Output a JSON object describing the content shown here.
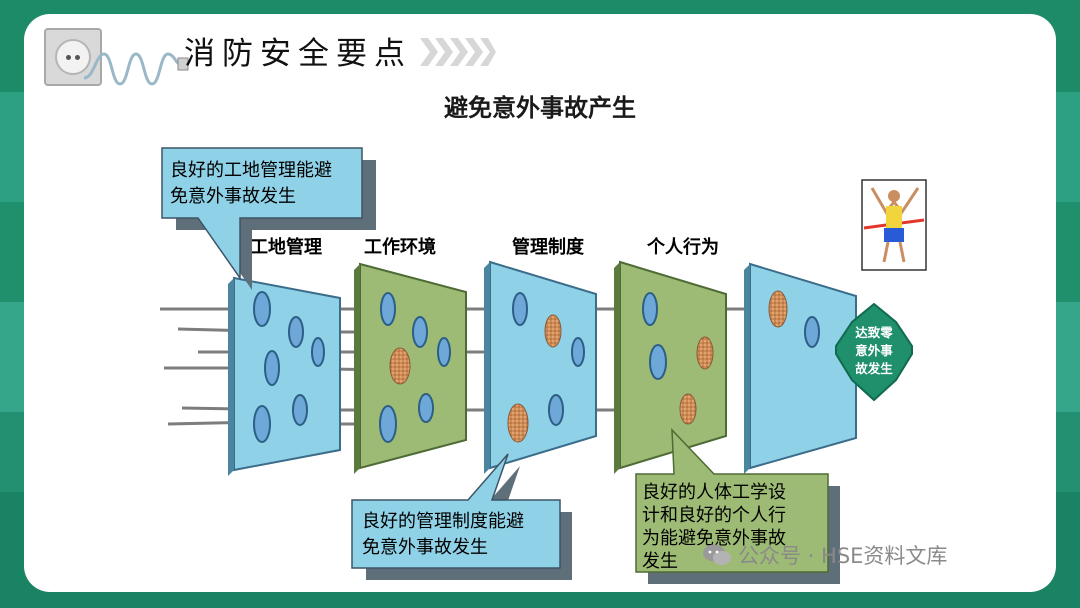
{
  "header": {
    "title": "消防安全要点"
  },
  "main_title": "避免意外事故产生",
  "layers": [
    {
      "label": "工地管理"
    },
    {
      "label": "工作环境"
    },
    {
      "label": "管理制度"
    },
    {
      "label": "个人行为"
    }
  ],
  "callouts": {
    "site_management": [
      "良好的工地管理能避",
      "免意外事故发生"
    ],
    "management_system": [
      "良好的管理制度能避",
      "免意外事故发生"
    ],
    "personal_behavior": [
      "良好的人体工学设",
      "计和良好的个人行",
      "为能避免意外事故",
      "发生"
    ]
  },
  "goal": [
    "达致零",
    "意外事",
    "故发生"
  ],
  "watermark": "公众号 · HSE资料文库",
  "colors": {
    "blue_layer": "#8fd1e6",
    "green_layer": "#9dbb74",
    "callout_bg": "#8fd1e6",
    "goal_bg": "#1f8f6c"
  }
}
